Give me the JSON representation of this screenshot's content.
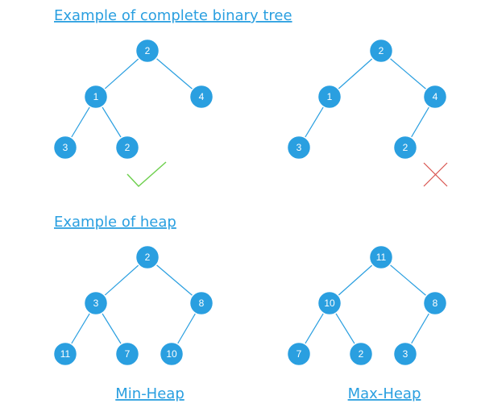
{
  "colors": {
    "node_fill": "#2a9fe0",
    "node_stroke": "#ffffff",
    "node_text": "#ffffff",
    "edge": "#2a9fe0",
    "heading": "#2a9fe0",
    "check": "#6fd04f",
    "cross": "#d9534f"
  },
  "headings": {
    "complete_binary_tree": "Example of complete binary tree",
    "heap": "Example of heap"
  },
  "captions": {
    "min_heap": "Min-Heap",
    "max_heap": "Max-Heap"
  },
  "trees": {
    "complete_valid": {
      "indicator": "check-icon",
      "nodes": {
        "root": "2",
        "left": "1",
        "right": "4",
        "left_left": "3",
        "left_right": "2"
      }
    },
    "complete_invalid": {
      "indicator": "cross-icon",
      "nodes": {
        "root": "2",
        "left": "1",
        "right": "4",
        "left_left": "3",
        "right_left": "2"
      }
    },
    "min_heap": {
      "nodes": {
        "root": "2",
        "left": "3",
        "right": "8",
        "left_left": "11",
        "left_right": "7",
        "right_left": "10"
      }
    },
    "max_heap": {
      "nodes": {
        "root": "11",
        "left": "10",
        "right": "8",
        "left_left": "7",
        "left_right": "2",
        "right_left": "3"
      }
    }
  }
}
